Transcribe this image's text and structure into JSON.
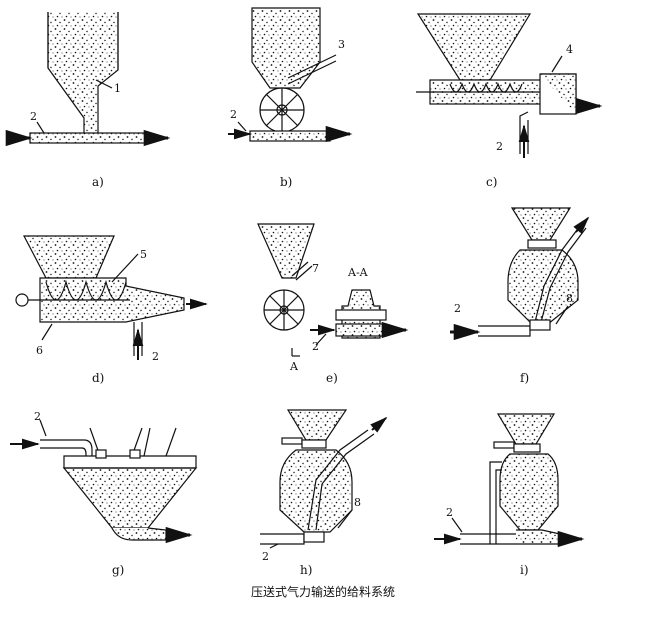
{
  "caption": "压送式气力输送的给料系统",
  "panels": [
    {
      "id": "a",
      "label": "a)",
      "part_labels": [
        "1",
        "2"
      ]
    },
    {
      "id": "b",
      "label": "b)",
      "part_labels": [
        "3",
        "2"
      ]
    },
    {
      "id": "c",
      "label": "c)",
      "part_labels": [
        "4",
        "2"
      ]
    },
    {
      "id": "d",
      "label": "d)",
      "part_labels": [
        "5",
        "6",
        "2"
      ]
    },
    {
      "id": "e",
      "label": "e)",
      "part_labels": [
        "7",
        "2",
        "A",
        "A-A"
      ]
    },
    {
      "id": "f",
      "label": "f)",
      "part_labels": [
        "8",
        "2"
      ]
    },
    {
      "id": "g",
      "label": "g)",
      "part_labels": [
        "2"
      ]
    },
    {
      "id": "h",
      "label": "h)",
      "part_labels": [
        "8",
        "2"
      ]
    },
    {
      "id": "i",
      "label": "i)",
      "part_labels": [
        "2"
      ]
    }
  ]
}
